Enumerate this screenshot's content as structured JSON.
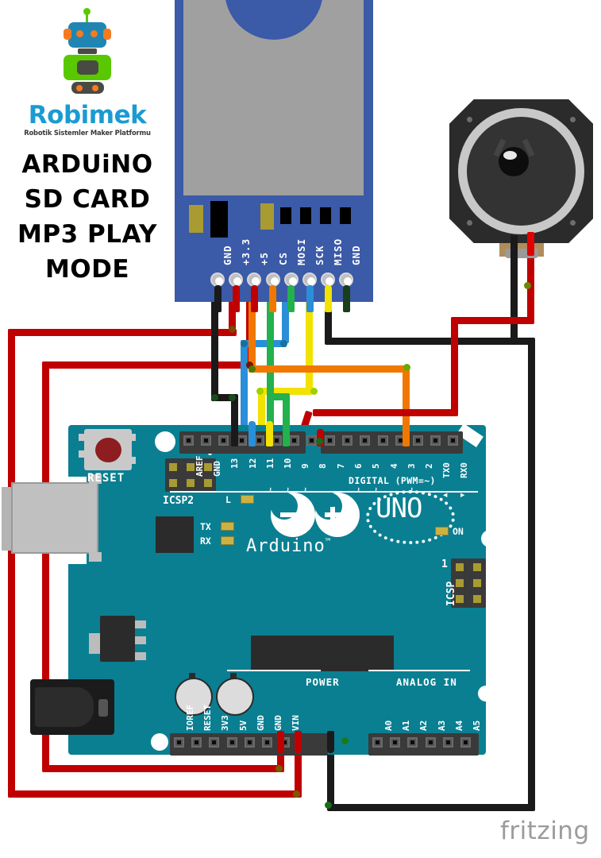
{
  "title_block": {
    "brand": "Robimek",
    "brand_tagline": "Robotik Sistemler Maker Platformu",
    "lines": [
      "ARDUiNO",
      "SD CARD",
      "MP3 PLAY",
      "MODE"
    ],
    "logo_icon": "robot-logo-icon",
    "brand_color": "#1b9bd1",
    "robot_body_color": "#5ac800",
    "robot_head_color": "#1f86b4"
  },
  "watermark": {
    "text": "fritzing",
    "color": "#9b9b9b"
  },
  "components": {
    "sd_module": {
      "name": "SD Card Reader Module",
      "pcb_color": "#3b5aa8",
      "socket_color": "#a0a0a0",
      "pins": [
        {
          "label": "GND",
          "wire_color": "#1a1a1a"
        },
        {
          "label": "+3.3",
          "wire_color": "#c00000"
        },
        {
          "label": "+5",
          "wire_color": "#c00000"
        },
        {
          "label": "CS",
          "wire_color": "#f07800"
        },
        {
          "label": "MOSI",
          "wire_color": "#22b14c"
        },
        {
          "label": "SCK",
          "wire_color": "#2a8fd8"
        },
        {
          "label": "MISO",
          "wire_color": "#f2e200"
        },
        {
          "label": "GND",
          "wire_color": "#1a3d1a"
        }
      ]
    },
    "speaker": {
      "name": "Speaker",
      "frame_color": "#2b2b2b",
      "cone_color": "#333333",
      "lead_colors": [
        "#1a1a1a",
        "#e00000"
      ]
    },
    "arduino": {
      "name": "Arduino UNO",
      "board_color": "#0a7f92",
      "logo_text": "Arduino",
      "logo_tm": "™",
      "model_text": "UNO",
      "reset_label": "RESET",
      "icsp2_label": "ICSP2",
      "icsp_label": "ICSP",
      "icsp_pin1": "1",
      "digital_group_label": "DIGITAL  (PWM=~)",
      "power_group_label": "POWER",
      "analog_group_label": "ANALOG IN",
      "leds": [
        {
          "label": "L",
          "color": "#cbb243"
        },
        {
          "label": "TX",
          "color": "#cbb243"
        },
        {
          "label": "RX",
          "color": "#cbb243"
        },
        {
          "label": "ON",
          "color": "#cbb243"
        }
      ],
      "digital_header_left": [
        "AREF",
        "GND",
        "13",
        "12",
        "11",
        "10",
        "9",
        "8"
      ],
      "digital_header_left_pwm": [
        "",
        "",
        "",
        "",
        "~",
        "~",
        "~",
        ""
      ],
      "digital_header_right": [
        "7",
        "6",
        "5",
        "4",
        "3",
        "2",
        "TX0",
        "RX0"
      ],
      "digital_header_right_pwm": [
        "",
        "~",
        "~",
        "",
        "~",
        "",
        "",
        ""
      ],
      "digital_header_right_arrows": [
        "",
        "",
        "",
        "",
        "",
        "",
        "▲",
        "▼"
      ],
      "power_header": [
        "IOREF",
        "RESET",
        "3V3",
        "5V",
        "GND",
        "GND",
        "VIN"
      ],
      "analog_header": [
        "A0",
        "A1",
        "A2",
        "A3",
        "A4",
        "A5"
      ]
    }
  },
  "connections": [
    {
      "from": "SD GND",
      "to": "Arduino GND (digital)",
      "color": "#1a1a1a"
    },
    {
      "from": "SD +3.3",
      "to": "Arduino 3V3",
      "color": "#c00000"
    },
    {
      "from": "SD +5",
      "to": "Arduino 5V",
      "color": "#c00000"
    },
    {
      "from": "SD CS",
      "to": "Arduino D4",
      "color": "#f07800"
    },
    {
      "from": "SD MOSI",
      "to": "Arduino D11",
      "color": "#22b14c"
    },
    {
      "from": "SD SCK",
      "to": "Arduino D13",
      "color": "#2a8fd8"
    },
    {
      "from": "SD MISO",
      "to": "Arduino D12",
      "color": "#f2e200"
    },
    {
      "from": "SD GND",
      "to": "Arduino GND (power)",
      "color": "#1a1a1a"
    },
    {
      "from": "Speaker +",
      "to": "Arduino D9",
      "color": "#e00000"
    },
    {
      "from": "Speaker -",
      "to": "Arduino GND (power)",
      "color": "#1a1a1a"
    }
  ]
}
